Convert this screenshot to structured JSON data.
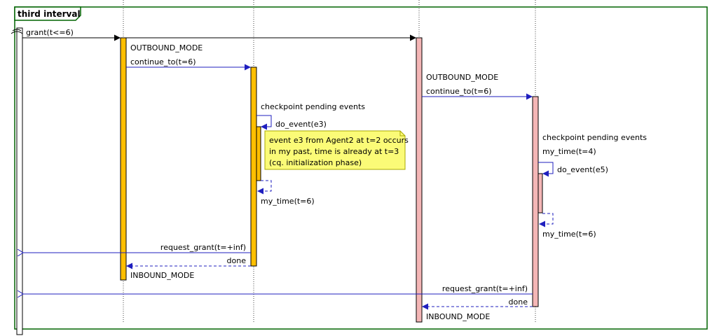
{
  "frame": {
    "title": "third interval",
    "border_color": "#006400"
  },
  "colors": {
    "orange_activation": "#FFBF00",
    "pink_activation": "#F4B6B6",
    "arrow_blue": "#1F1FBF",
    "note_fill": "#FBFB77"
  },
  "messages": {
    "grant": "grant(t<=6)",
    "outbound_1": "OUTBOUND_MODE",
    "continue_1": "continue_to(t=6)",
    "outbound_2": "OUTBOUND_MODE",
    "continue_2": "continue_to(t=6)",
    "checkpoint_1": "checkpoint pending events",
    "do_event_e3": "do_event(e3)",
    "my_time_6_a": "my_time(t=6)",
    "checkpoint_2": "checkpoint pending events",
    "my_time_4": "my_time(t=4)",
    "do_event_e5": "do_event(e5)",
    "my_time_6_b": "my_time(t=6)",
    "request_grant_1": "request_grant(t=+inf)",
    "done_1": "done",
    "inbound_1": "INBOUND_MODE",
    "request_grant_2": "request_grant(t=+inf)",
    "done_2": "done",
    "inbound_2": "INBOUND_MODE"
  },
  "note": {
    "line1": "event e3 from Agent2 at t=2 occurs",
    "line2": "in my past, time is already at t=3",
    "line3": "(cq. initialization phase)"
  }
}
